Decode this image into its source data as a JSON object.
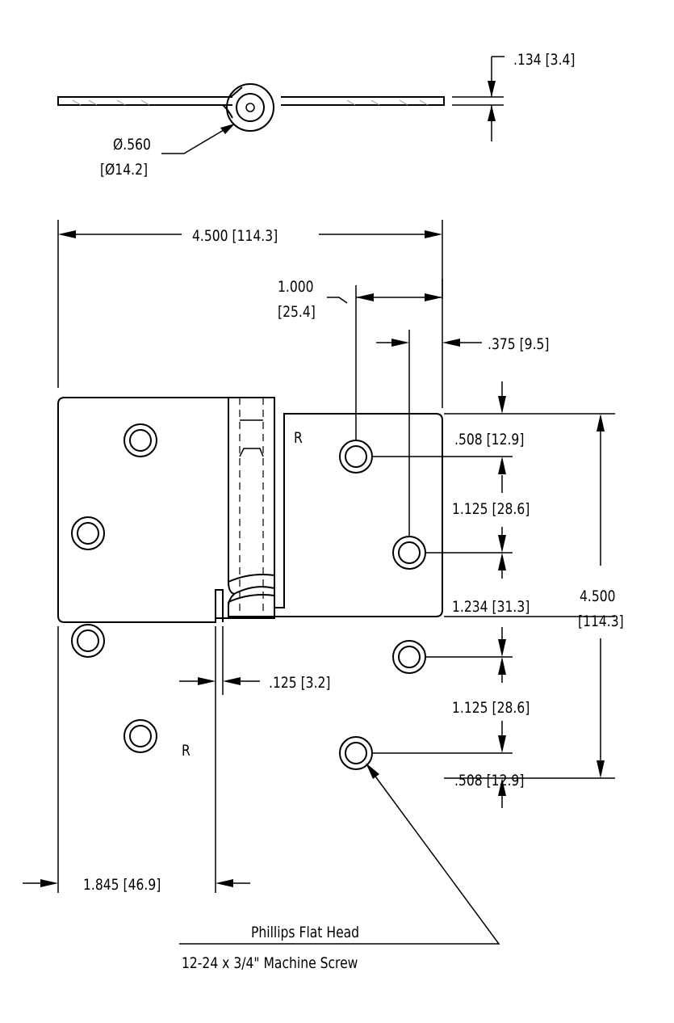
{
  "top_view": {
    "thickness": ".134 [3.4]",
    "knuckle_dia_in": "Ø.560",
    "knuckle_dia_mm": "[Ø14.2]"
  },
  "dimensions": {
    "overall_width": "4.500 [114.3]",
    "hole_offset_in": "1.000",
    "hole_offset_mm": "[25.4]",
    "edge_offset": ".375 [9.5]",
    "top_margin": ".508 [12.9]",
    "spacing_1": "1.125 [28.6]",
    "spacing_2": "1.234 [31.3]",
    "spacing_3": "1.125 [28.6]",
    "bottom_margin": ".508 [12.9]",
    "height_in": "4.500",
    "height_mm": "[114.3]",
    "gap": ".125 [3.2]",
    "leaf_width": "1.845 [46.9]"
  },
  "leaf_marks": {
    "right_leaf": "R",
    "left_leaf": "R"
  },
  "screw_note": {
    "line1": "Phillips Flat Head",
    "line2": "12-24 x 3/4\" Machine Screw"
  }
}
